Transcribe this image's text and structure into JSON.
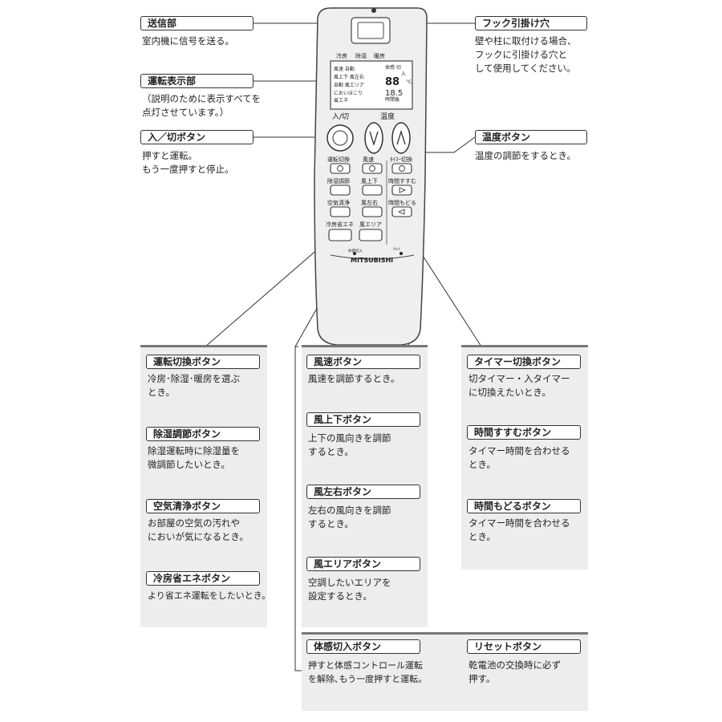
{
  "callouts": {
    "transmitter": {
      "label": "送信部",
      "desc": [
        "室内機に信号を送る。"
      ]
    },
    "display": {
      "label": "運転表示部",
      "desc": [
        "（説明のために表示すべてを",
        "点灯させています。）"
      ]
    },
    "power": {
      "label": "入／切ボタン",
      "desc": [
        "押すと運転。",
        "もう一度押すと停止。"
      ]
    },
    "hook": {
      "label": "フック引掛け穴",
      "desc": [
        "壁や柱に取付ける場合、",
        "フックに引掛ける穴と",
        "して使用してください。"
      ]
    },
    "temp": {
      "label": "温度ボタン",
      "desc": [
        "温度の調節をするとき。"
      ]
    }
  },
  "panels": {
    "left": [
      {
        "label": "運転切換ボタン",
        "desc": [
          "冷房･除湿･暖房を選ぶ",
          "とき。"
        ]
      },
      {
        "label": "除湿調節ボタン",
        "desc": [
          "除湿運転時に除湿量を",
          "微調節したいとき。"
        ]
      },
      {
        "label": "空気清浄ボタン",
        "desc": [
          "お部屋の空気の汚れや",
          "においが気になるとき。"
        ]
      },
      {
        "label": "冷房省エネボタン",
        "desc": [
          "より省エネ運転をしたいとき。"
        ]
      }
    ],
    "middle": [
      {
        "label": "風速ボタン",
        "desc": [
          "風速を調節するとき。"
        ]
      },
      {
        "label": "風上下ボタン",
        "desc": [
          "上下の風向きを調節",
          "するとき。"
        ]
      },
      {
        "label": "風左右ボタン",
        "desc": [
          "左右の風向きを調節",
          "するとき。"
        ]
      },
      {
        "label": "風エリアボタン",
        "desc": [
          "空調したいエリアを",
          "設定するとき。"
        ]
      }
    ],
    "right": [
      {
        "label": "タイマー切換ボタン",
        "desc": [
          "切タイマー・入タイマー",
          "に切換えたいとき。"
        ]
      },
      {
        "label": "時間すすむボタン",
        "desc": [
          "タイマー時間を合わせる",
          "とき。"
        ]
      },
      {
        "label": "時間もどるボタン",
        "desc": [
          "タイマー時間を合わせる",
          "とき。"
        ]
      }
    ],
    "bottom": [
      {
        "label": "体感切入ボタン",
        "desc": [
          "押すと体感コントロール運転",
          "を解除､もう一度押すと運転。"
        ]
      },
      {
        "label": "リセットボタン",
        "desc": [
          "乾電池の交換時に必ず",
          "押す。"
        ]
      }
    ]
  },
  "remote": {
    "brand": "MITSUBISHI",
    "mode_labels": [
      "冷房",
      "除湿",
      "暖房"
    ],
    "power_label": "入/切",
    "temp_label": "温度",
    "buttons": {
      "mode": "運転切換",
      "fan_speed": "風速",
      "timer_switch": "ﾀｲﾏｰ切換",
      "dehumid": "除湿調節",
      "vane_ud": "風上下",
      "time_fwd": "時間すすむ",
      "air_clean": "空気清浄",
      "vane_lr": "風左右",
      "time_back": "時間もどる",
      "eco_cool": "冷房省エネ",
      "wind_area": "風エリア",
      "sensor": "体感切入",
      "reset": "ﾘｾｯﾄ"
    },
    "lcd": {
      "l1": "風速 自動",
      "l2": "風上下 風左右",
      "l3": "自動 風エリア",
      "l4": "においほこり",
      "l5": "省エネ",
      "r1": "体感 切",
      "r2": "入",
      "r3": "°C",
      "r4": "時間後",
      "temp": "88",
      "time": "18.5"
    }
  }
}
